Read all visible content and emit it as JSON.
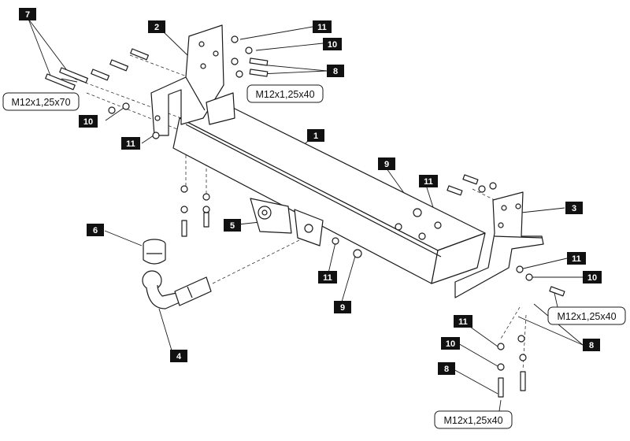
{
  "callouts": {
    "c1": "1",
    "c2": "2",
    "c3": "3",
    "c4": "4",
    "c5": "5",
    "c6": "6",
    "c7": "7",
    "c8a": "8",
    "c8b": "8",
    "c8c": "8",
    "c9a": "9",
    "c9b": "9",
    "c10a": "10",
    "c10b": "10",
    "c10c": "10",
    "c10d": "10",
    "c11a": "11",
    "c11b": "11",
    "c11c": "11",
    "c11d": "11",
    "c11e": "11",
    "c11f": "11"
  },
  "bolt_labels": {
    "left_long": "M12x1,25x70",
    "left_short": "M12x1,25x40",
    "right_side": "M12x1,25x40",
    "right_bottom": "M12x1,25x40"
  },
  "colors": {
    "line": "#1a1a1a",
    "callout_bg": "#111111",
    "callout_text": "#ffffff",
    "part_fill": "#ffffff"
  }
}
